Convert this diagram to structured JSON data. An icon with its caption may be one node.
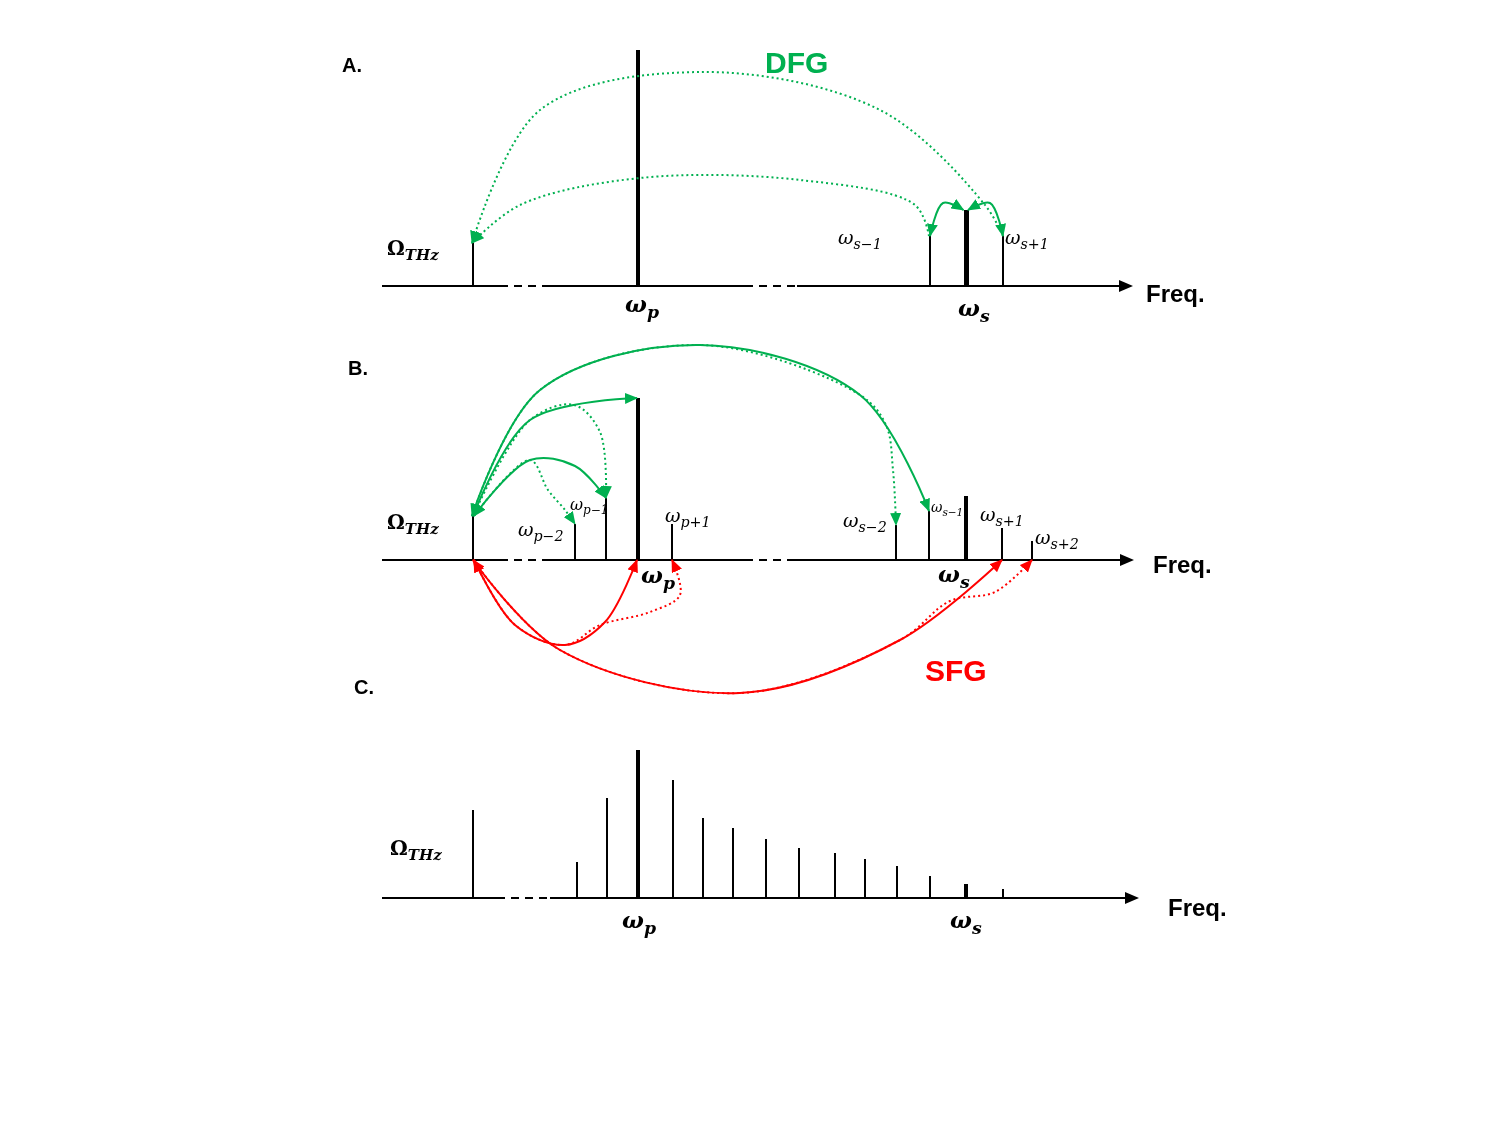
{
  "diagram": {
    "nodes": [
      {
        "text": [],
        "shape": "bar",
        "beside": [
          "Ω$_{THz}$"
        ]
      },
      {
        "text": [],
        "shape": "bar",
        "beside": [
          "ω$_{p}$"
        ]
      },
      {
        "text": [],
        "shape": "bar",
        "beside": [
          "ω$_{s−1}$"
        ]
      },
      {
        "text": [],
        "shape": "bar",
        "beside": [
          "ω$_{s}$"
        ]
      },
      {
        "text": [],
        "shape": "bar",
        "beside": [
          "ω$_{s+1}$"
        ]
      },
      {
        "text": [],
        "shape": "bar",
        "beside": [
          "Ω$_{THz}$"
        ]
      },
      {
        "text": [],
        "shape": "bar",
        "beside": [
          "ω$_{p−2}$"
        ]
      },
      {
        "text": [],
        "shape": "bar",
        "beside": [
          "ω$_{p−1}$"
        ]
      },
      {
        "text": [],
        "shape": "bar",
        "beside": [
          "ω$_{p}$"
        ]
      },
      {
        "text": [],
        "shape": "bar",
        "beside": [
          "ω$_{p+1}$"
        ]
      },
      {
        "text": [],
        "shape": "bar",
        "beside": [
          "ω$_{s−2}$"
        ]
      },
      {
        "text": [],
        "shape": "bar",
        "beside": [
          "ω$_{s−1}$"
        ]
      },
      {
        "text": [],
        "shape": "bar",
        "beside": [
          "ω$_{s}$"
        ]
      },
      {
        "text": [],
        "shape": "bar",
        "beside": [
          "ω$_{s+1}$"
        ]
      },
      {
        "text": [],
        "shape": "bar",
        "beside": [
          "ω$_{s+2}$"
        ]
      }
    ],
    "edges": [
      {
        "from": 4,
        "to": 0,
        "arrow": "to",
        "style": "dashed"
      },
      {
        "from": 2,
        "to": 0,
        "arrow": "to",
        "style": "dashed"
      },
      {
        "from": 2,
        "to": 3,
        "arrow": "both"
      },
      {
        "from": 3,
        "to": 4,
        "arrow": "both"
      },
      {
        "from": 5,
        "to": 11,
        "arrow": "both"
      },
      {
        "from": 5,
        "to": 8,
        "arrow": "both"
      },
      {
        "from": 5,
        "to": 7,
        "arrow": "both"
      },
      {
        "from": 5,
        "to": 7,
        "arrow": "to",
        "style": "dashed"
      },
      {
        "from": 5,
        "to": 6,
        "arrow": "to",
        "style": "dashed"
      },
      {
        "from": 5,
        "to": 10,
        "arrow": "to",
        "style": "dashed"
      },
      {
        "from": 5,
        "to": 8,
        "arrow": "both",
        "color": "#ff0000"
      },
      {
        "from": 5,
        "to": 13,
        "arrow": "both",
        "color": "#ff0000"
      },
      {
        "from": 5,
        "to": 9,
        "arrow": "to",
        "style": "dashed",
        "color": "#ff0000"
      },
      {
        "from": 5,
        "to": 14,
        "arrow": "to",
        "style": "dashed",
        "color": "#ff0000"
      }
    ],
    "labels": [
      "A.",
      "DFG",
      "Freq.",
      "B.",
      "Freq.",
      "SFG",
      "C.",
      "Ω$_{THz}$",
      "ω$_{p}$",
      "ω$_{s}$",
      "Freq."
    ]
  }
}
